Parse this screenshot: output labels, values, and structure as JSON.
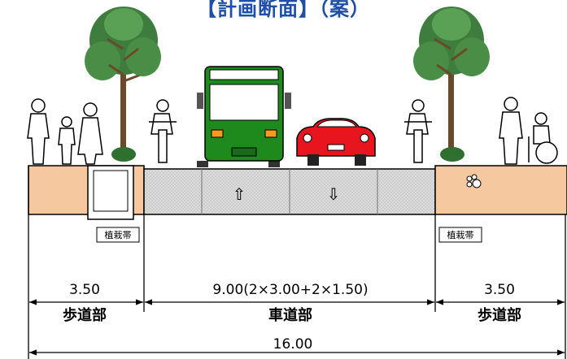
{
  "title": "【計画断面】（案）",
  "lane_arrows": {
    "up": "⇧",
    "down": "⇩"
  },
  "planting_tag_left": "植栽帯",
  "planting_tag_right": "植栽帯",
  "dimensions": {
    "left_width": "3.50",
    "center_width": "9.00(2×3.00+2×1.50)",
    "right_width": "3.50",
    "total_width": "16.00"
  },
  "section_labels": {
    "left": "歩道部",
    "center": "車道部",
    "right": "歩道部"
  },
  "colors": {
    "title": "#1f4ea8",
    "sidewalk": "#f5c8a0",
    "roadway": "#d9d9d9",
    "bus": "#1e8a1e",
    "car": "#e8141e",
    "tree": "#3e7d3e"
  },
  "icons": [
    "tree-icon",
    "pedestrian-icon",
    "cyclist-icon",
    "bus-icon",
    "car-icon",
    "wheelchair-icon"
  ]
}
